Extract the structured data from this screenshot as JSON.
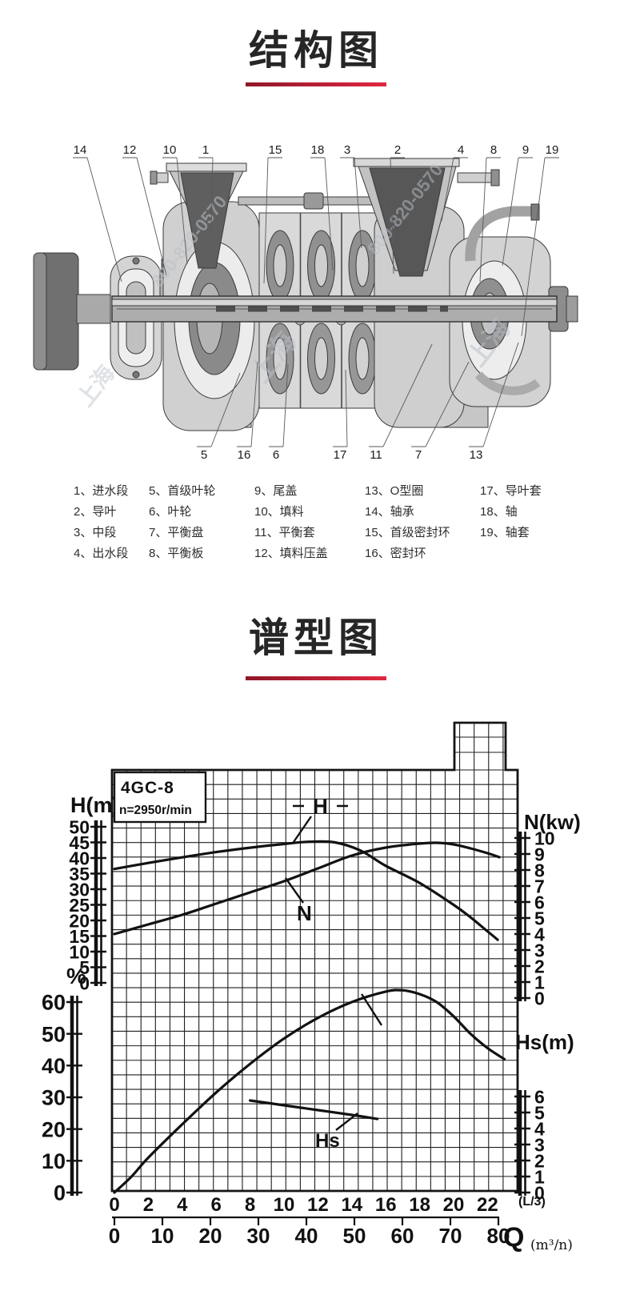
{
  "sections": {
    "structure": {
      "title": "结构图",
      "underline_color": "#c4203a",
      "watermark": {
        "text": "上海",
        "number": "800-820-0570"
      },
      "callouts_top": [
        "14",
        "12",
        "10",
        "1",
        "15",
        "18",
        "3",
        "2",
        "4",
        "8",
        "9",
        "19"
      ],
      "callouts_bottom": [
        "5",
        "16",
        "6",
        "17",
        "11",
        "7",
        "13"
      ],
      "parts_columns": [
        [
          "1、进水段",
          "2、导叶",
          "3、中段",
          "4、出水段"
        ],
        [
          "5、首级叶轮",
          "6、叶轮",
          "7、平衡盘",
          "8、平衡板"
        ],
        [
          "9、尾盖",
          "10、填料",
          "11、平衡套",
          "12、填料压盖"
        ],
        [
          "13、O型圈",
          "14、轴承",
          "15、首级密封环",
          "16、密封环"
        ],
        [
          "17、导叶套",
          "18、轴",
          "19、轴套"
        ]
      ]
    },
    "curve": {
      "title": "谱型图",
      "underline_color": "#c4203a"
    }
  },
  "chart_data": {
    "type": "line",
    "title": "4GC-8",
    "subtitle": "n=2950r/min",
    "grid": true,
    "x_axes": [
      {
        "id": "Ls",
        "label": "(L/3)",
        "ticks": [
          0,
          2,
          4,
          6,
          8,
          10,
          12,
          14,
          16,
          18,
          20,
          22
        ],
        "range": [
          0,
          23.3
        ]
      },
      {
        "id": "m3h",
        "label_prefix": "Q",
        "label": "(m³/n)",
        "ticks": [
          0,
          10,
          20,
          30,
          40,
          50,
          60,
          70,
          80
        ],
        "range": [
          0,
          84
        ]
      }
    ],
    "y_axes": [
      {
        "id": "H",
        "label": "H(m)",
        "ticks": [
          0,
          5,
          10,
          15,
          20,
          25,
          30,
          35,
          40,
          45,
          50
        ],
        "range": [
          0,
          50
        ]
      },
      {
        "id": "eff",
        "label": "%",
        "ticks": [
          0,
          10,
          20,
          30,
          40,
          50,
          60
        ],
        "range": [
          0,
          60
        ]
      },
      {
        "id": "N",
        "label": "N(kw)",
        "ticks": [
          0,
          1,
          2,
          3,
          4,
          5,
          6,
          7,
          8,
          9,
          10
        ],
        "range": [
          0,
          10
        ]
      },
      {
        "id": "Hs",
        "label": "Hs(m)",
        "ticks": [
          0,
          1,
          2,
          3,
          4,
          5,
          6
        ],
        "range": [
          0,
          6
        ]
      }
    ],
    "series": [
      {
        "name": "H",
        "label": "H",
        "axis": "H",
        "points": [
          [
            0,
            36.5
          ],
          [
            2,
            38.4
          ],
          [
            4,
            40.2
          ],
          [
            6,
            41.9
          ],
          [
            8,
            43.3
          ],
          [
            10,
            44.5
          ],
          [
            11.5,
            45.2
          ],
          [
            13,
            45
          ],
          [
            14.5,
            42.4
          ],
          [
            16,
            37.5
          ],
          [
            18,
            32
          ],
          [
            20,
            25
          ],
          [
            21,
            21
          ],
          [
            22,
            16.5
          ],
          [
            22.6,
            13.8
          ]
        ]
      },
      {
        "name": "N",
        "label": "N",
        "axis": "N",
        "points": [
          [
            0,
            4
          ],
          [
            2,
            4.6
          ],
          [
            4,
            5.2
          ],
          [
            6,
            5.9
          ],
          [
            8,
            6.6
          ],
          [
            10,
            7.3
          ],
          [
            12,
            8.1
          ],
          [
            14,
            8.9
          ],
          [
            16,
            9.4
          ],
          [
            18,
            9.65
          ],
          [
            19,
            9.7
          ],
          [
            20,
            9.6
          ],
          [
            21,
            9.35
          ],
          [
            22,
            9.05
          ],
          [
            22.7,
            8.8
          ]
        ]
      },
      {
        "name": "efficiency",
        "label": "",
        "axis": "eff",
        "points": [
          [
            0,
            0
          ],
          [
            1,
            5
          ],
          [
            2,
            11
          ],
          [
            4,
            21.5
          ],
          [
            6,
            31.5
          ],
          [
            8,
            40.5
          ],
          [
            10,
            48.5
          ],
          [
            12,
            55
          ],
          [
            14,
            60
          ],
          [
            16,
            63.3
          ],
          [
            17,
            63.7
          ],
          [
            18,
            62.5
          ],
          [
            19,
            60
          ],
          [
            20,
            55.5
          ],
          [
            21,
            50
          ],
          [
            22,
            45.5
          ],
          [
            23,
            42
          ]
        ]
      },
      {
        "name": "Hs",
        "label": "Hs",
        "axis": "Hs",
        "points": [
          [
            8,
            5.75
          ],
          [
            10,
            5.45
          ],
          [
            12,
            5.15
          ],
          [
            14,
            4.85
          ],
          [
            15.5,
            4.6
          ]
        ]
      }
    ]
  }
}
